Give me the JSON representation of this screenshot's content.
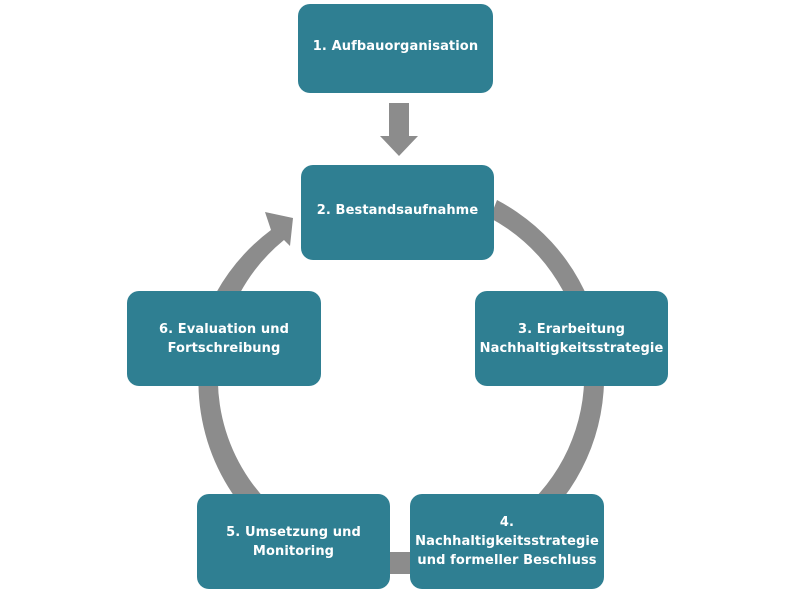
{
  "diagram": {
    "type": "cycle-process",
    "colors": {
      "box_fill": "#2f7f92",
      "box_text": "#ffffff",
      "arrow": "#8c8c8c"
    },
    "entry_step": {
      "label": "1. Aufbauorganisation"
    },
    "cycle_steps": [
      {
        "label": "2. Bestandsaufnahme"
      },
      {
        "label": "3. Erarbeitung\nNachhaltigkeitsstrategie"
      },
      {
        "label": "4. Nachhaltigkeitsstrategie\nund formeller Beschluss"
      },
      {
        "label": "5. Umsetzung und\nMonitoring"
      },
      {
        "label": "6. Evaluation und\nFortschreibung"
      }
    ],
    "connections": [
      {
        "from": "1. Aufbauorganisation",
        "to": "2. Bestandsaufnahme",
        "style": "down-arrow"
      },
      {
        "from": "2. Bestandsaufnahme",
        "to": "3. Erarbeitung Nachhaltigkeitsstrategie",
        "style": "arc"
      },
      {
        "from": "3. Erarbeitung Nachhaltigkeitsstrategie",
        "to": "4. Nachhaltigkeitsstrategie und formeller Beschluss",
        "style": "arc"
      },
      {
        "from": "4. Nachhaltigkeitsstrategie und formeller Beschluss",
        "to": "5. Umsetzung und Monitoring",
        "style": "arc"
      },
      {
        "from": "5. Umsetzung und Monitoring",
        "to": "6. Evaluation und Fortschreibung",
        "style": "arc"
      },
      {
        "from": "6. Evaluation und Fortschreibung",
        "to": "2. Bestandsaufnahme",
        "style": "arc-arrow"
      }
    ]
  }
}
